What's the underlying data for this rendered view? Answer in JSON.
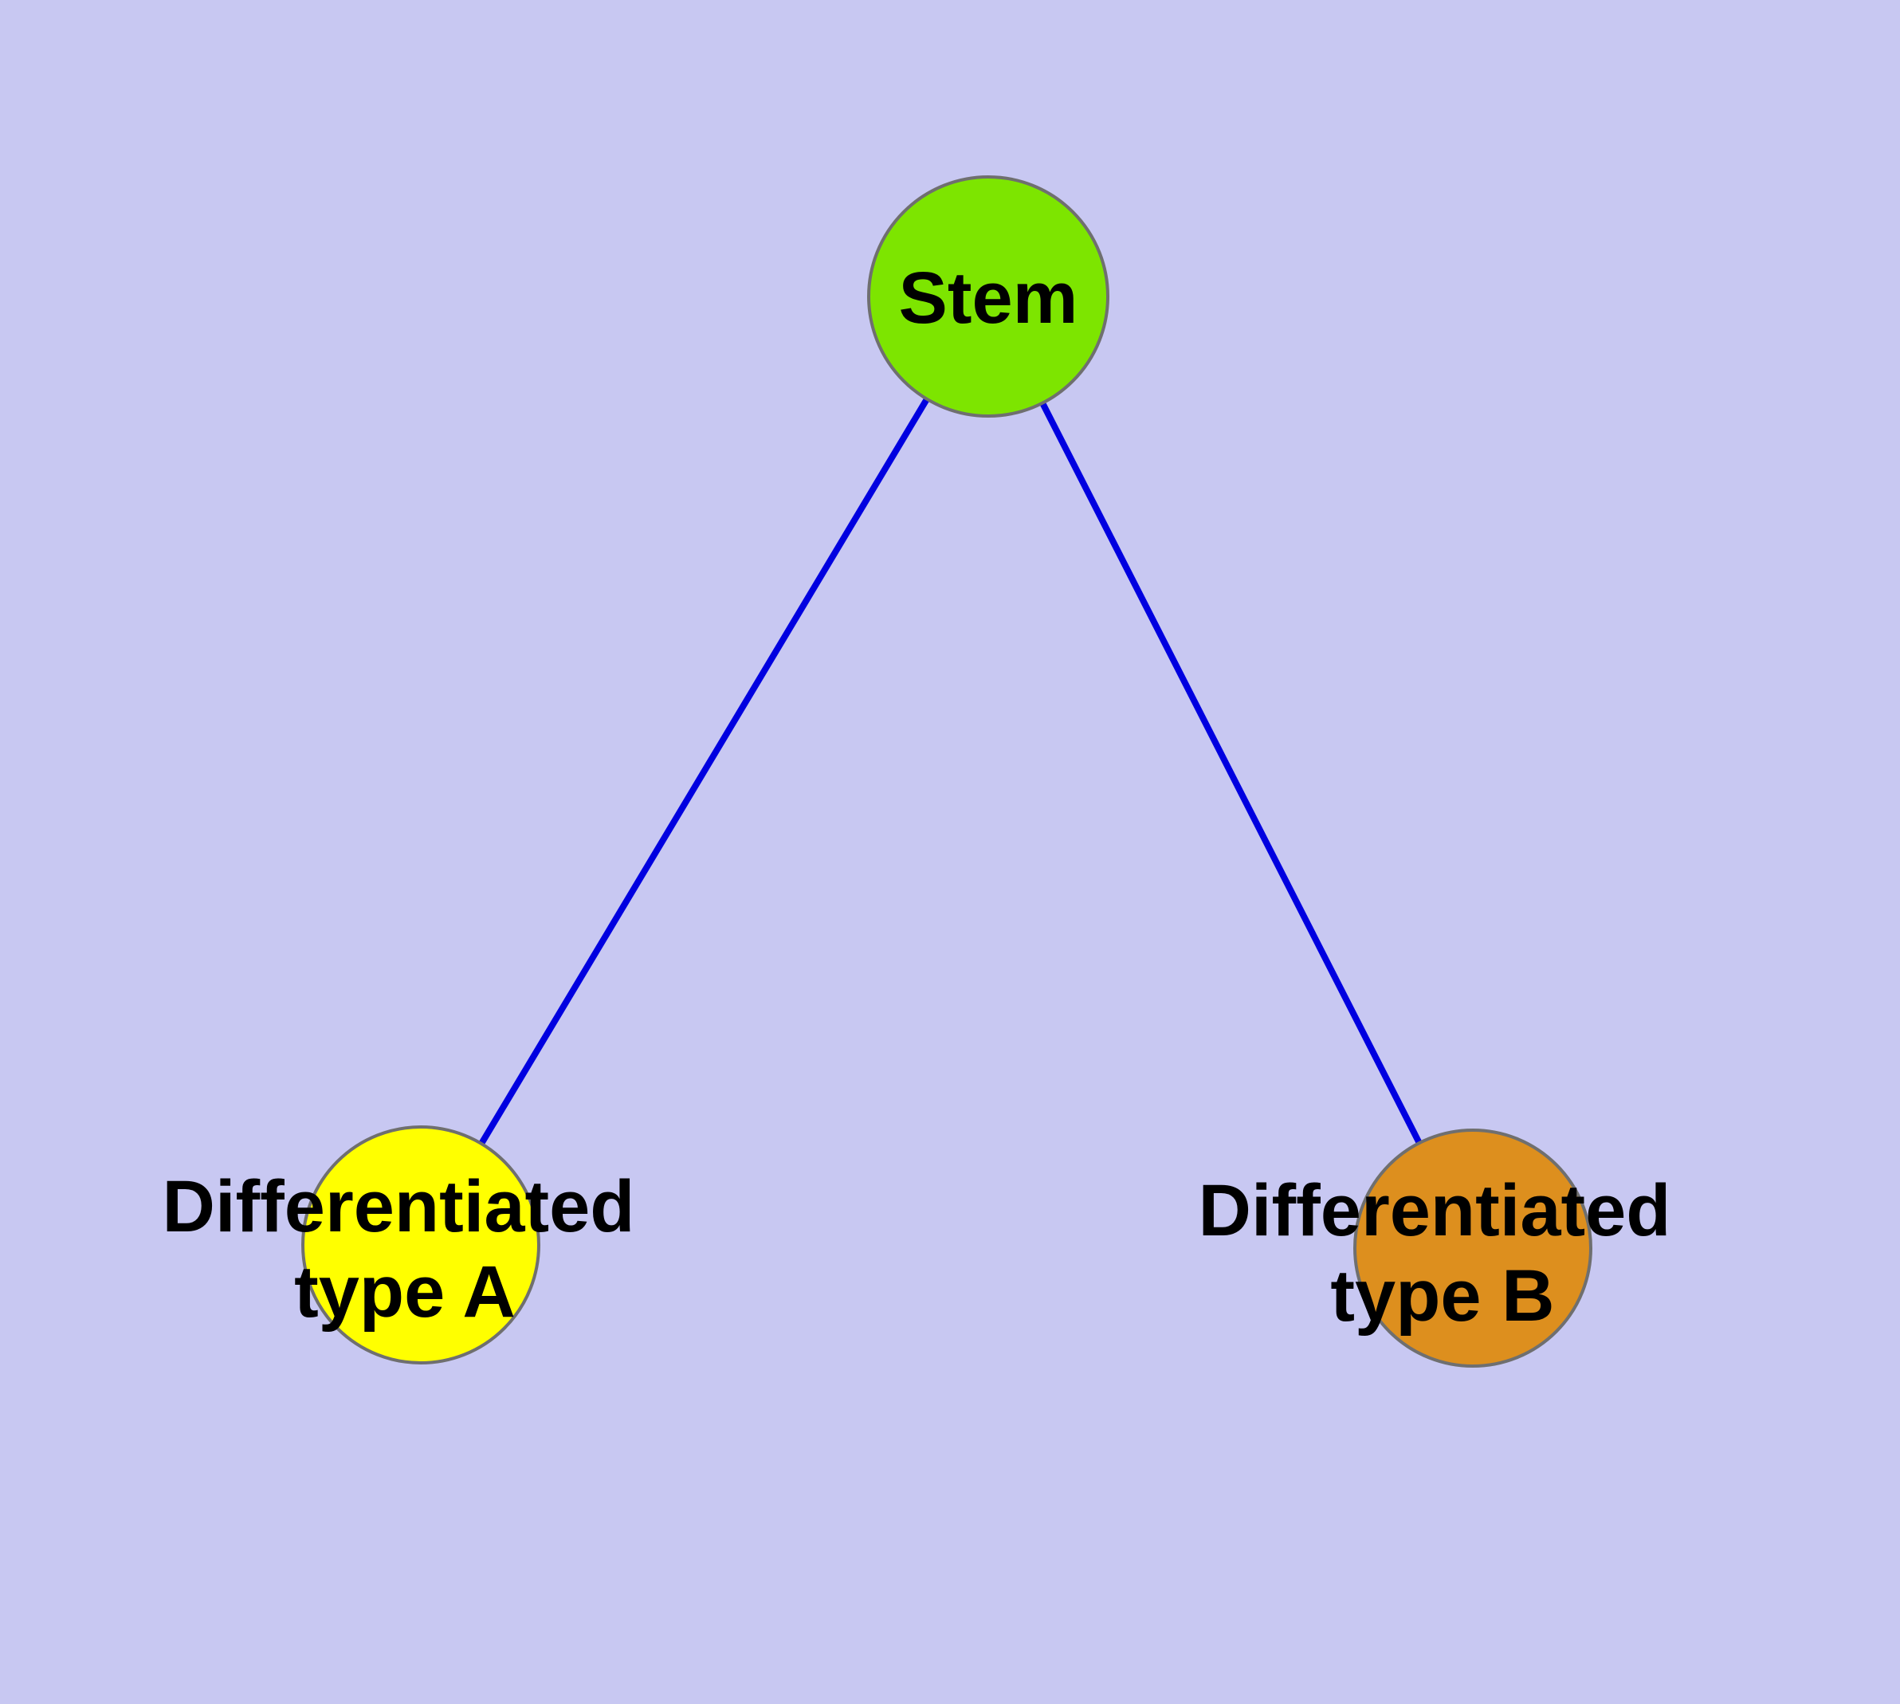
{
  "diagram": {
    "background_color": "#c8c8f2",
    "edge_color": "#0000e0",
    "node_border_color": "#6f6f6f",
    "nodes": {
      "stem": {
        "label": "Stem",
        "fill": "#7de500"
      },
      "type_a": {
        "label_line1": "Differentiated",
        "label_line2": "type A",
        "fill": "#ffff00"
      },
      "type_b": {
        "label_line1": "Differentiated",
        "label_line2": "type B",
        "fill": "#dd8f1e"
      }
    },
    "edges": [
      {
        "from": "stem",
        "to": "type_a"
      },
      {
        "from": "stem",
        "to": "type_b"
      }
    ]
  }
}
